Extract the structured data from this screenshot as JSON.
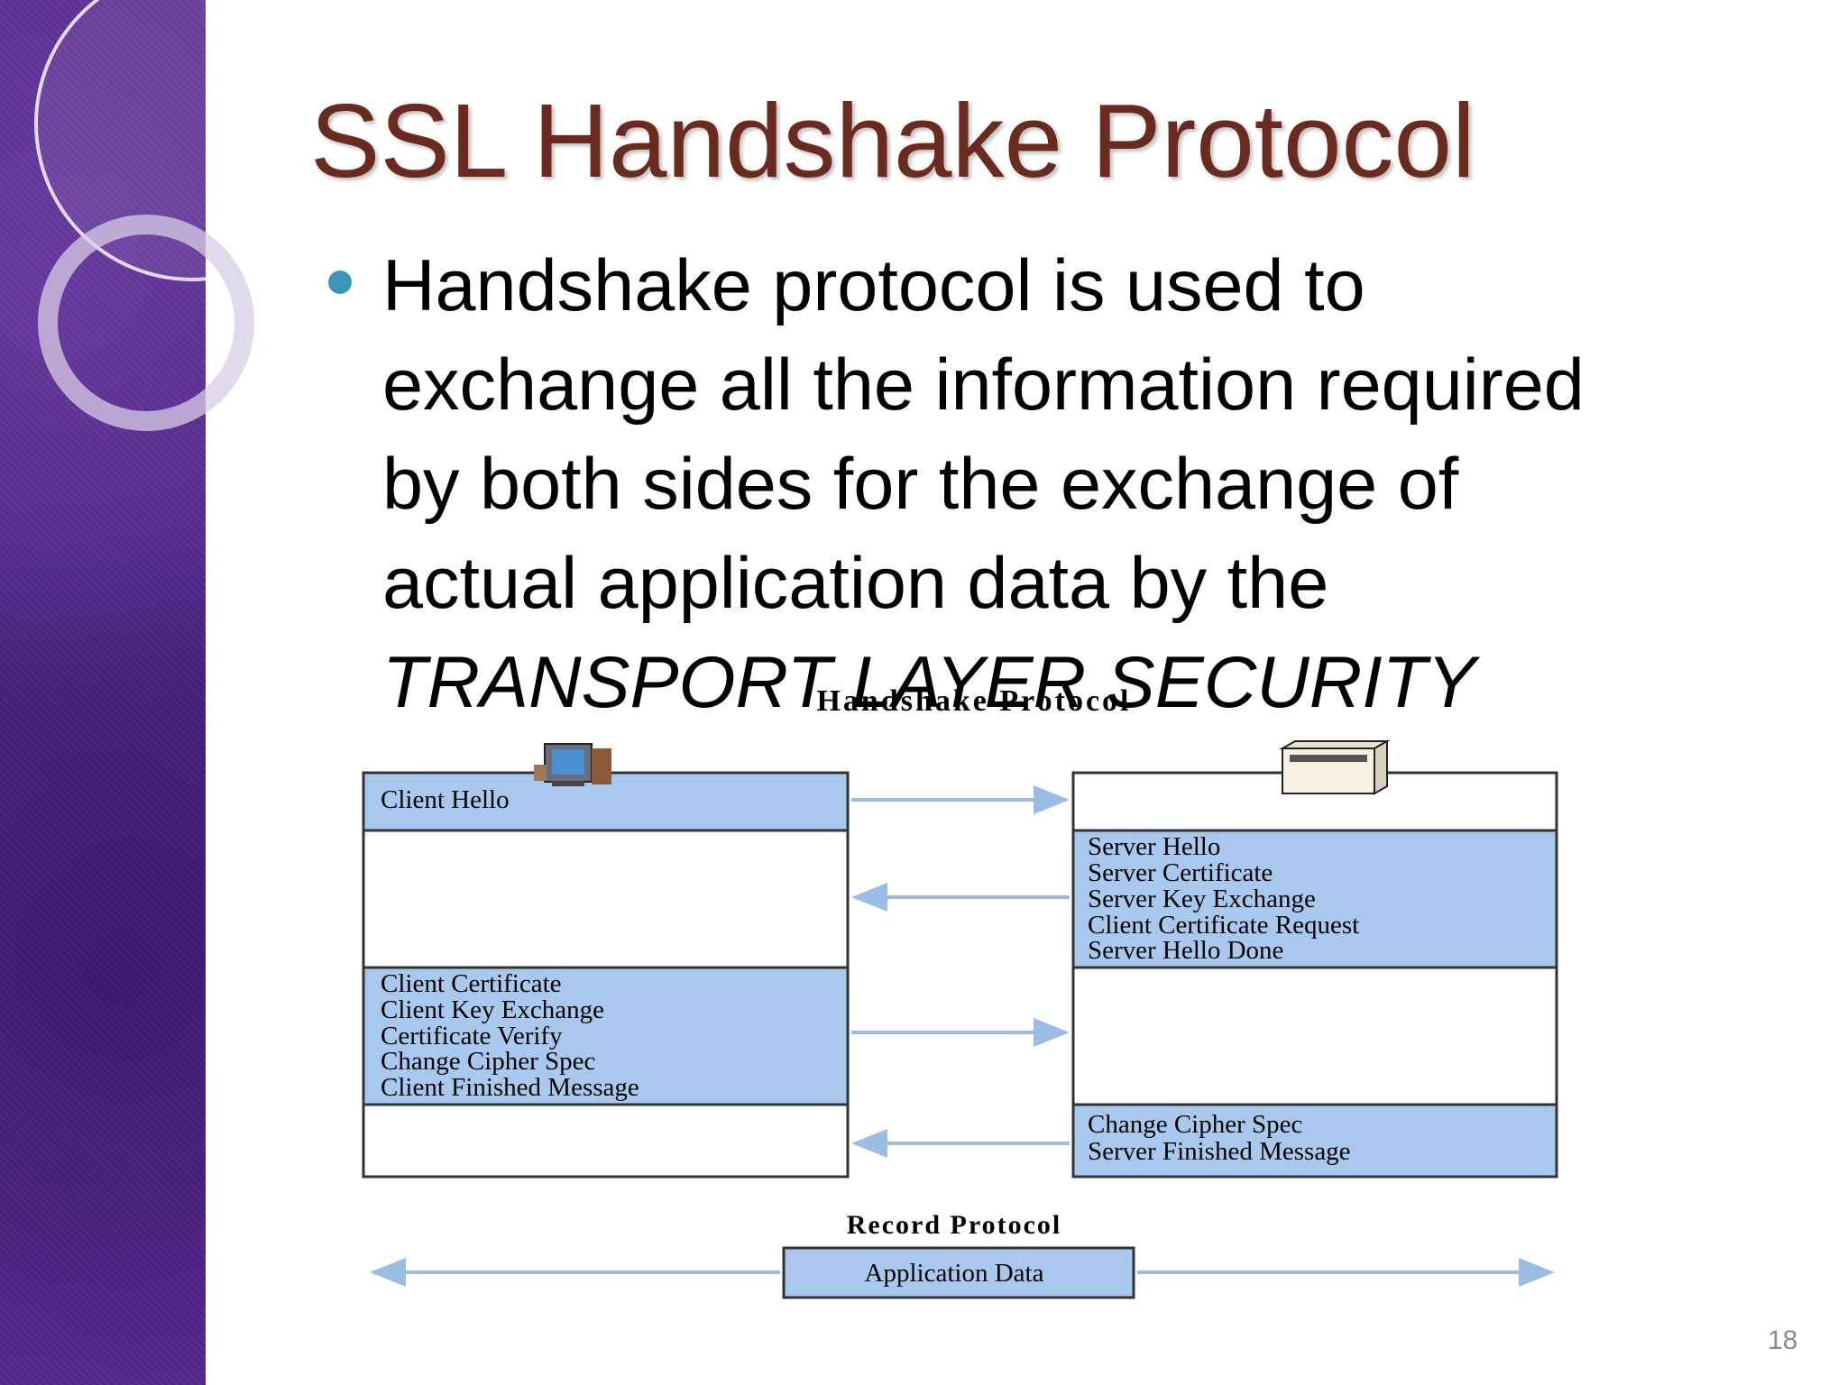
{
  "slide": {
    "title": "SSL Handshake Protocol",
    "bullet_lines": [
      "Handshake protocol is used to",
      "exchange all the information required",
      "by both sides for the exchange of",
      "actual application data by the",
      "TRANSPORT LAYER SECURITY"
    ],
    "page_number": "18"
  },
  "diagram": {
    "title": "Handshake Protocol",
    "client_hello": "Client Hello",
    "server_messages": [
      "Server Hello",
      "Server Certificate",
      "Server Key Exchange",
      "Client Certificate Request",
      "Server Hello Done"
    ],
    "client_messages": [
      "Client Certificate",
      "Client Key Exchange",
      "Certificate Verify",
      "Change Cipher Spec",
      "Client Finished Message"
    ],
    "server_final_messages": [
      "Change Cipher Spec",
      "Server Finished Message"
    ],
    "record_title": "Record Protocol",
    "application_data": "Application Data",
    "colors": {
      "box_fill": "#a9c8ee",
      "arrow": "#9bbde3",
      "title": "#6a2a1f",
      "bullet": "#3c96b7",
      "purple_band": "#4b2382"
    },
    "icons": [
      "client-computer-icon",
      "server-icon"
    ]
  }
}
